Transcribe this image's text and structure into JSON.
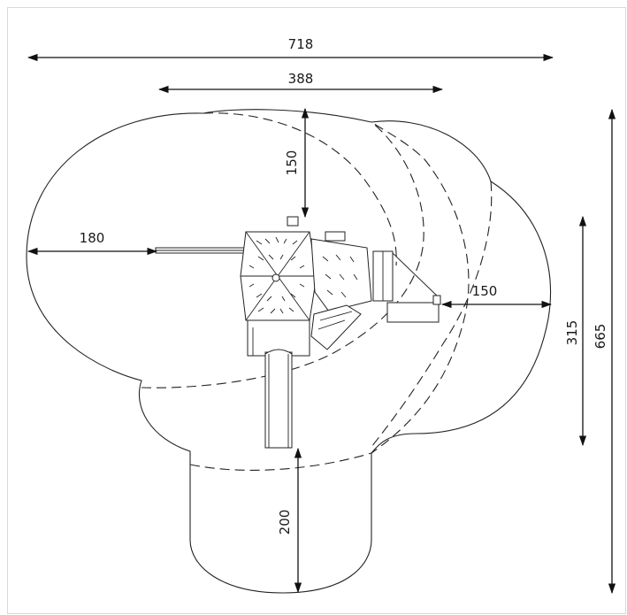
{
  "dimensions": {
    "overall_width": "718",
    "inner_width": "388",
    "top_depth": "150",
    "left_depth": "180",
    "right_depth": "150",
    "bottom_depth": "200",
    "inner_height": "315",
    "overall_height": "665"
  },
  "colors": {
    "line": "#222222",
    "frame": "#d9d9d9"
  }
}
